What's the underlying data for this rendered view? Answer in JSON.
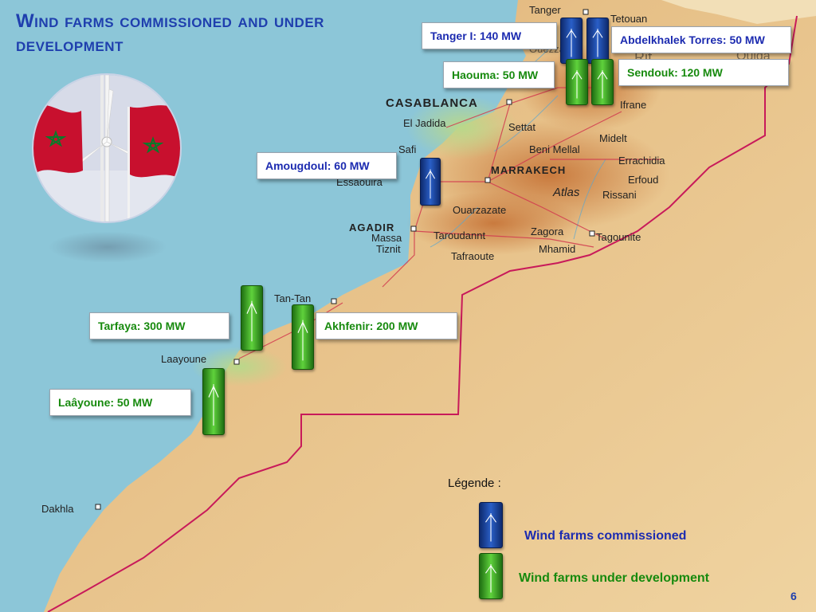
{
  "title": "Wind farms commissioned and under development",
  "page_number": "6",
  "wind_farms": [
    {
      "label": "Tanger I: 140 MW",
      "status": "commissioned"
    },
    {
      "label": "Abdelkhalek Torres: 50 MW",
      "status": "commissioned"
    },
    {
      "label": "Haouma: 50 MW",
      "status": "development"
    },
    {
      "label": "Sendouk: 120 MW",
      "status": "development"
    },
    {
      "label": "Amougdoul: 60 MW",
      "status": "commissioned"
    },
    {
      "label": "Tarfaya: 300 MW",
      "status": "development"
    },
    {
      "label": "Akhfenir: 200 MW",
      "status": "development"
    },
    {
      "label": "Laâyoune: 50 MW",
      "status": "development"
    }
  ],
  "cities": [
    "Tanger",
    "Tetouan",
    "Ouezzane",
    "Rif",
    "Oujda",
    "CASABLANCA",
    "Ifrane",
    "El Jadida",
    "Settat",
    "Midelt",
    "Safi",
    "Beni Mellal",
    "Errachidia",
    "MARRAKECH",
    "Essaouira",
    "Atlas",
    "Erfoud",
    "Rissani",
    "Ouarzazate",
    "AGADIR",
    "Zagora",
    "Tagounite",
    "Massa",
    "Taroudannt",
    "Tiznit",
    "Mhamid",
    "Tafraoute",
    "Tan-Tan",
    "Laayoune",
    "Dakhla"
  ],
  "legend": {
    "title": "Légende :",
    "commissioned": "Wind farms commissioned",
    "development": "Wind farms under development"
  },
  "colors": {
    "title": "#1f3fae",
    "commissioned": "#1c2bb0",
    "development": "#178a0e",
    "sea": "#8cc6d8",
    "border": "#c81a5a"
  },
  "icons": {
    "commissioned_marker": "wind-turbine-blue-icon",
    "development_marker": "wind-turbine-green-icon"
  }
}
